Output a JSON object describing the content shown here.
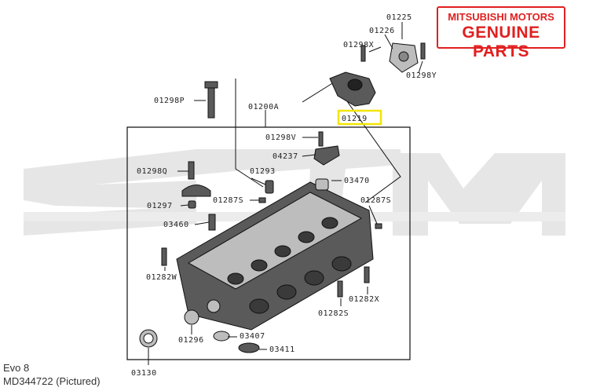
{
  "badge": {
    "line1": "MITSUBISHI MOTORS",
    "line2": "GENUINE PARTS"
  },
  "labels": {
    "p01225": "01225",
    "p01226": "01226",
    "p01298X": "01298X",
    "p01298Y": "01298Y",
    "p01298P": "01298P",
    "p01200A": "01200A",
    "p01219": "01219",
    "p01298V": "01298V",
    "p04237": "04237",
    "p01298Q": "01298Q",
    "p01293": "01293",
    "p03470": "03470",
    "p01287S_a": "01287S",
    "p01287S_b": "01287S",
    "p01297": "01297",
    "p03460": "03460",
    "p01282W": "01282W",
    "p01282X": "01282X",
    "p01282S": "01282S",
    "p01296": "01296",
    "p03407": "03407",
    "p03411": "03411",
    "p03130": "03130"
  },
  "footer": {
    "model": "Evo 8",
    "part": "MD344722  (Pictured)"
  },
  "colors": {
    "accent": "#e02020",
    "highlight_box": "#f2e600",
    "watermark": "#d9d9d9"
  }
}
